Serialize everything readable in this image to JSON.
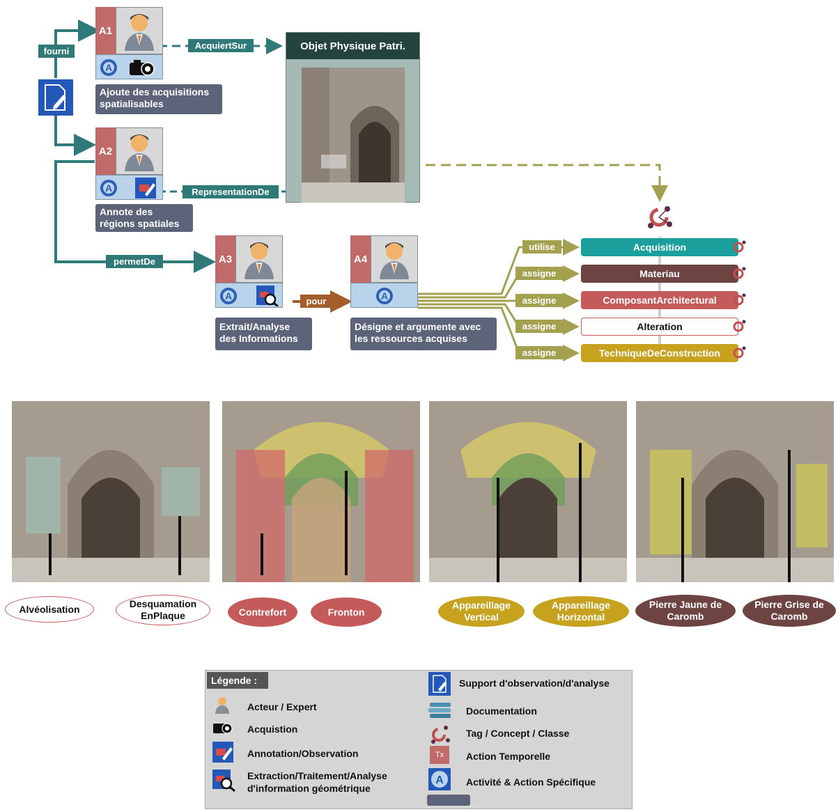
{
  "colors": {
    "teal": "#2f7a78",
    "olive": "#a3a150",
    "brown": "#a35e2c",
    "actor_red": "#c06a6a",
    "caption": "#5d647a",
    "acquisition": "#1a9f9c",
    "materiau": "#6e4443",
    "composant": "#c55a5a",
    "technique": "#c7a21f",
    "dark_header": "#24433f"
  },
  "activities": {
    "a1": {
      "tag": "A1",
      "caption_l1": "Ajoute des acquisitions",
      "caption_l2": "spatialisables"
    },
    "a2": {
      "tag": "A2",
      "caption_l1": "Annote des",
      "caption_l2": "régions spatiales"
    },
    "a3": {
      "tag": "A3",
      "caption_l1": "Extrait/Analyse",
      "caption_l2": "des Informations"
    },
    "a4": {
      "tag": "A4",
      "caption_l1": "Désigne et argumente avec",
      "caption_l2": "les ressources acquises"
    }
  },
  "relations": {
    "fourni": "fourni",
    "acquiert_sur": "AcquiertSur",
    "representation_de": "RepresentationDe",
    "permet_de": "permetDe",
    "pour": "pour",
    "utilise": "utilise",
    "assigne": "assigne"
  },
  "object_panel": {
    "title": "Objet Physique Patri."
  },
  "concepts": [
    "Acquisition",
    "Materiau",
    "ComposantArchitectural",
    "Alteration",
    "TechniqueDeConstruction"
  ],
  "photo_labels": {
    "alveolisation": "Alvéolisation",
    "desquamation_l1": "Desquamation",
    "desquamation_l2": "EnPlaque",
    "contrefort": "Contrefort",
    "fronton": "Fronton",
    "app_vert_l1": "Appareillage",
    "app_vert_l2": "Vertical",
    "app_hor_l1": "Appareillage",
    "app_hor_l2": "Horizontal",
    "pierre_jaune_l1": "Pierre Jaune de",
    "pierre_jaune_l2": "Caromb",
    "pierre_grise_l1": "Pierre Grise de",
    "pierre_grise_l2": "Caromb"
  },
  "legend": {
    "title": "Légende :",
    "items_left": [
      "Acteur / Expert",
      "Acquistion",
      "Annotation/Observation",
      "Extraction/Traitement/Analyse",
      "d'information géométrique"
    ],
    "items_right": [
      "Support d'observation/d'analyse",
      "Documentation",
      "Tag / Concept / Classe",
      "Action Temporelle",
      "Activité & Action Spécifique"
    ],
    "tx_symbol": "Tx"
  },
  "icons": [
    "person-icon",
    "gear-a-icon",
    "camera-icon",
    "document-edit-icon",
    "annotation-icon",
    "magnifier-icon",
    "concept-tag-icon",
    "books-icon"
  ]
}
